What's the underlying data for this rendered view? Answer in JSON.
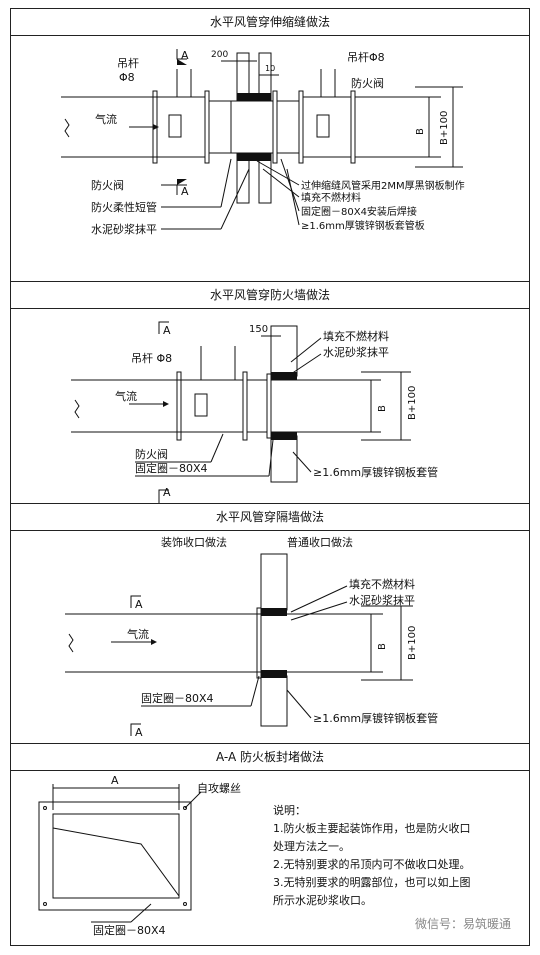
{
  "panel1": {
    "title": "水平风管穿伸缩缝做法",
    "labels": {
      "a_top": "A",
      "a_bottom": "A",
      "hanger_left_1": "吊杆",
      "hanger_left_2": "Φ8",
      "hanger_right": "吊杆Φ8",
      "dim_200": "200",
      "dim_10": "10",
      "firevalve_right": "防火阀",
      "airflow": "气流",
      "dim_b": "B",
      "dim_b100": "B+100",
      "firevalve_left": "防火阀",
      "flex_duct": "防火柔性短管",
      "mortar": "水泥砂浆抹平",
      "note1": "过伸缩缝风管采用2MM厚黑钢板制作",
      "note2": "填充不燃材料",
      "note3": "固定圈－80X4安装后焊接",
      "note4": "≥1.6mm厚镀锌钢板套管板"
    }
  },
  "panel2": {
    "title": "水平风管穿防火墙做法",
    "labels": {
      "a_top": "A",
      "a_bottom": "A",
      "hanger": "吊杆 Φ8",
      "dim_150": "150",
      "fill": "填充不燃材料",
      "mortar": "水泥砂浆抹平",
      "airflow": "气流",
      "dim_b": "B",
      "dim_b100": "B+100",
      "firevalve": "防火阀",
      "ring": "固定圈－80X4",
      "sleeve": "≥1.6mm厚镀锌钢板套管"
    }
  },
  "panel3": {
    "title": "水平风管穿隔墙做法",
    "labels": {
      "decor": "装饰收口做法",
      "normal": "普通收口做法",
      "a_top": "A",
      "a_bottom": "A",
      "fill": "填充不燃材料",
      "mortar": "水泥砂浆抹平",
      "airflow": "气流",
      "dim_b": "B",
      "dim_b100": "B+100",
      "ring": "固定圈－80X4",
      "sleeve": "≥1.6mm厚镀锌钢板套管"
    }
  },
  "panel4": {
    "title": "A-A 防火板封堵做法",
    "labels": {
      "dim_a": "A",
      "screw": "自攻螺丝",
      "ring": "固定圈－80X4"
    },
    "notes": {
      "head": "说明：",
      "n1a": "1.防火板主要起装饰作用，也是防火收口",
      "n1b": "处理方法之一。",
      "n2": "2.无特别要求的吊顶内可不做收口处理。",
      "n3a": "3.无特别要求的明露部位，也可以如上图",
      "n3b": "所示水泥砂浆收口。"
    }
  },
  "watermark": "微信号：易筑暖通"
}
